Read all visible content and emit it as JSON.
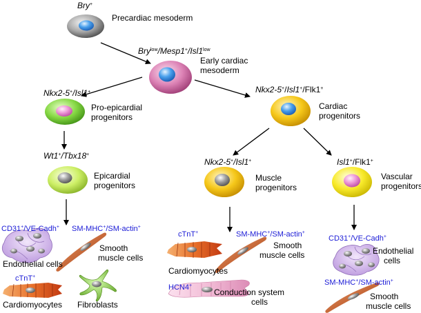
{
  "nodes": {
    "precardiac": {
      "marker": "Bry",
      "marker_sup": "+",
      "label": "Precardiac mesoderm"
    },
    "early": {
      "m1": "Bry",
      "m1_sup": "low",
      "sep1": "/",
      "m2": "Mesp1",
      "m2_sup": "+",
      "sep2": "/",
      "m3": "Isl1",
      "m3_sup": "low",
      "label_l1": "Early cardiac",
      "label_l2": "mesoderm"
    },
    "proepicardial": {
      "m1": "Nkx2-5",
      "m1_sup": "+",
      "sep": "/",
      "m2": "Isl1",
      "m2_sup": "+",
      "label_l1": "Pro-epicardial",
      "label_l2": "progenitors"
    },
    "cardiac": {
      "m1": "Nkx2-5",
      "m1_sup": "+",
      "sep1": "/",
      "m2": "Isl1",
      "m2_sup": "+",
      "sep2": "/",
      "m3": "Flk1",
      "m3_sup": "+",
      "label_l1": "Cardiac",
      "label_l2": "progenitors"
    },
    "epicardial": {
      "m1": "Wt1",
      "m1_sup": "+",
      "sep": "/",
      "m2": "Tbx18",
      "m2_sup": "+",
      "label_l1": "Epicardial",
      "label_l2": "progenitors"
    },
    "muscle": {
      "m1": "Nkx2-5",
      "m1_sup": "+",
      "sep": "/",
      "m2": "Isl1",
      "m2_sup": "+",
      "label_l1": "Muscle",
      "label_l2": "progenitors"
    },
    "vascular": {
      "m1": "Isl1",
      "m1_sup": "+",
      "sep": "/",
      "m2": "Flk1",
      "m2_sup": "+",
      "label_l1": "Vascular",
      "label_l2": "progenitors"
    }
  },
  "outputs": {
    "epi_endo_marker": {
      "a": "CD31",
      "a_sup": "+",
      "sep": "/",
      "b": "VE-Cadh",
      "b_sup": "+"
    },
    "epi_endo_label": "Endothelial cells",
    "epi_smc_marker": {
      "a": "SM-MHC",
      "a_sup": "+",
      "sep": "/",
      "b": "SM-actin",
      "b_sup": "+"
    },
    "epi_smc_label_l1": "Smooth",
    "epi_smc_label_l2": "muscle cells",
    "epi_cm_marker": {
      "a": "cTnT",
      "a_sup": "+"
    },
    "epi_cm_label": "Cardiomyocytes",
    "epi_fib_label": "Fibroblasts",
    "mus_cm_marker": {
      "a": "cTnT",
      "a_sup": "+"
    },
    "mus_cm_label": "Cardiomyocytes",
    "mus_smc_marker": {
      "a": "SM-MHC",
      "a_sup": "+",
      "sep": "/",
      "b": "SM-actin",
      "b_sup": "+"
    },
    "mus_smc_label_l1": "Smooth",
    "mus_smc_label_l2": "muscle cells",
    "mus_hcn_marker": {
      "a": "HCN4",
      "a_sup": "+"
    },
    "mus_cond_label_l1": "Conduction system",
    "mus_cond_label_l2": "cells",
    "vas_endo_marker": {
      "a": "CD31",
      "a_sup": "+",
      "sep": "/",
      "b": "VE-Cadh",
      "b_sup": "+"
    },
    "vas_endo_label_l1": "Endothelial",
    "vas_endo_label_l2": "cells",
    "vas_smc_marker": {
      "a": "SM-MHC",
      "a_sup": "+",
      "sep": "/",
      "b": "SM-actin",
      "b_sup": "+"
    },
    "vas_smc_label_l1": "Smooth",
    "vas_smc_label_l2": "muscle cells"
  },
  "colors": {
    "marker_text": "#1a1ad6",
    "precardiac_cell": "#8a8a8a",
    "early_cell": "#d66aa8",
    "proepicardial_cell": "#7ad43a",
    "cardiac_cell": "#f2c200",
    "epicardial_cell": "#c6ee55",
    "muscle_cell": "#f2c200",
    "vascular_cell": "#f7e400",
    "nucleus_blue": "#3a8fe0",
    "nucleus_pink": "#e58ad0",
    "nucleus_gray": "#8c8c8c",
    "cardiomyocyte": "#e8702a",
    "smooth_muscle": "#c86a3a",
    "endothelial": "#d6b8ee",
    "conduction": "#f2bcd6",
    "fibroblast": "#8fcf3a"
  }
}
